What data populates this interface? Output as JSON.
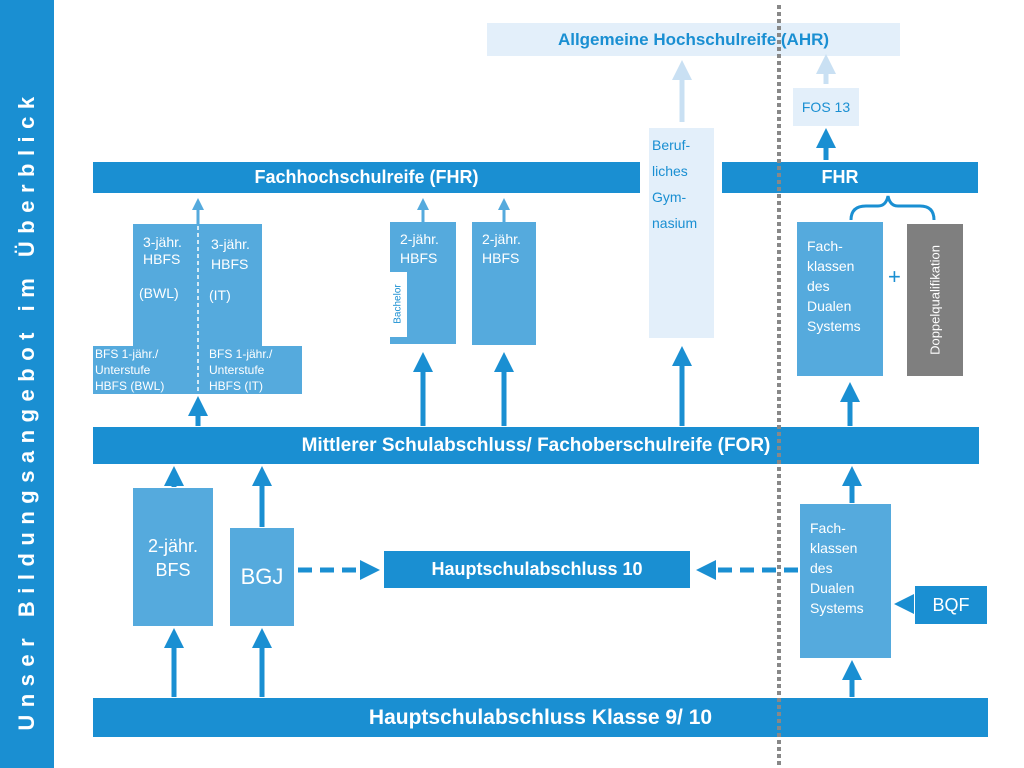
{
  "sidebar": {
    "title": "Unser Bildungsangebot im Überblick"
  },
  "top": {
    "ahr": "Allgemeine Hochschulreife (AHR)",
    "fos13": "FOS 13"
  },
  "fhr": {
    "main": "Fachhochschulreife (FHR)",
    "right": "FHR"
  },
  "hbfs": {
    "bwl_line1": "3-jähr.",
    "bwl_line2": "HBFS",
    "bwl_line3": "(BWL)",
    "it_line1": "3-jähr.",
    "it_line2": "HBFS",
    "it_line3": "(IT)",
    "bfs_bwl_line1": "BFS 1-jähr./",
    "bfs_bwl_line2": "Unterstufe",
    "bfs_bwl_line3": "HBFS (BWL)",
    "bfs_it_line1": "BFS 1-jähr./",
    "bfs_it_line2": "Unterstufe",
    "bfs_it_line3": "HBFS (IT)",
    "bachelor_line1": "2-jähr.",
    "bachelor_line2": "HBFS",
    "bachelor_tag": "Bachelor",
    "hbfs2_line1": "2-jähr.",
    "hbfs2_line2": "HBFS"
  },
  "gym": {
    "line1": "Beruf-",
    "line2": "liches",
    "line3": "Gym-",
    "line4": "nasium"
  },
  "dual_upper": {
    "line1": "Fach-",
    "line2": "klassen",
    "line3": "des",
    "line4": "Dualen",
    "line5": "Systems",
    "plus": "+",
    "doppel": "Doppelqualifikation"
  },
  "msa": "Mittlerer Schulabschluss/ Fachoberschulreife (FOR)",
  "lower": {
    "bfs_line1": "2-jähr.",
    "bfs_line2": "BFS",
    "bgj": "BGJ",
    "hsa10": "Hauptschulabschluss 10",
    "dual_line1": "Fach-",
    "dual_line2": "klassen",
    "dual_line3": "des",
    "dual_line4": "Dualen",
    "dual_line5": "Systems",
    "bqf": "BQF"
  },
  "bottom": "Hauptschulabschluss Klasse 9/ 10",
  "colors": {
    "primary": "#1a8fd2",
    "medium": "#55aadd",
    "pale": "#e3effa",
    "gray": "#7f7f7f",
    "divider": "#888888"
  }
}
